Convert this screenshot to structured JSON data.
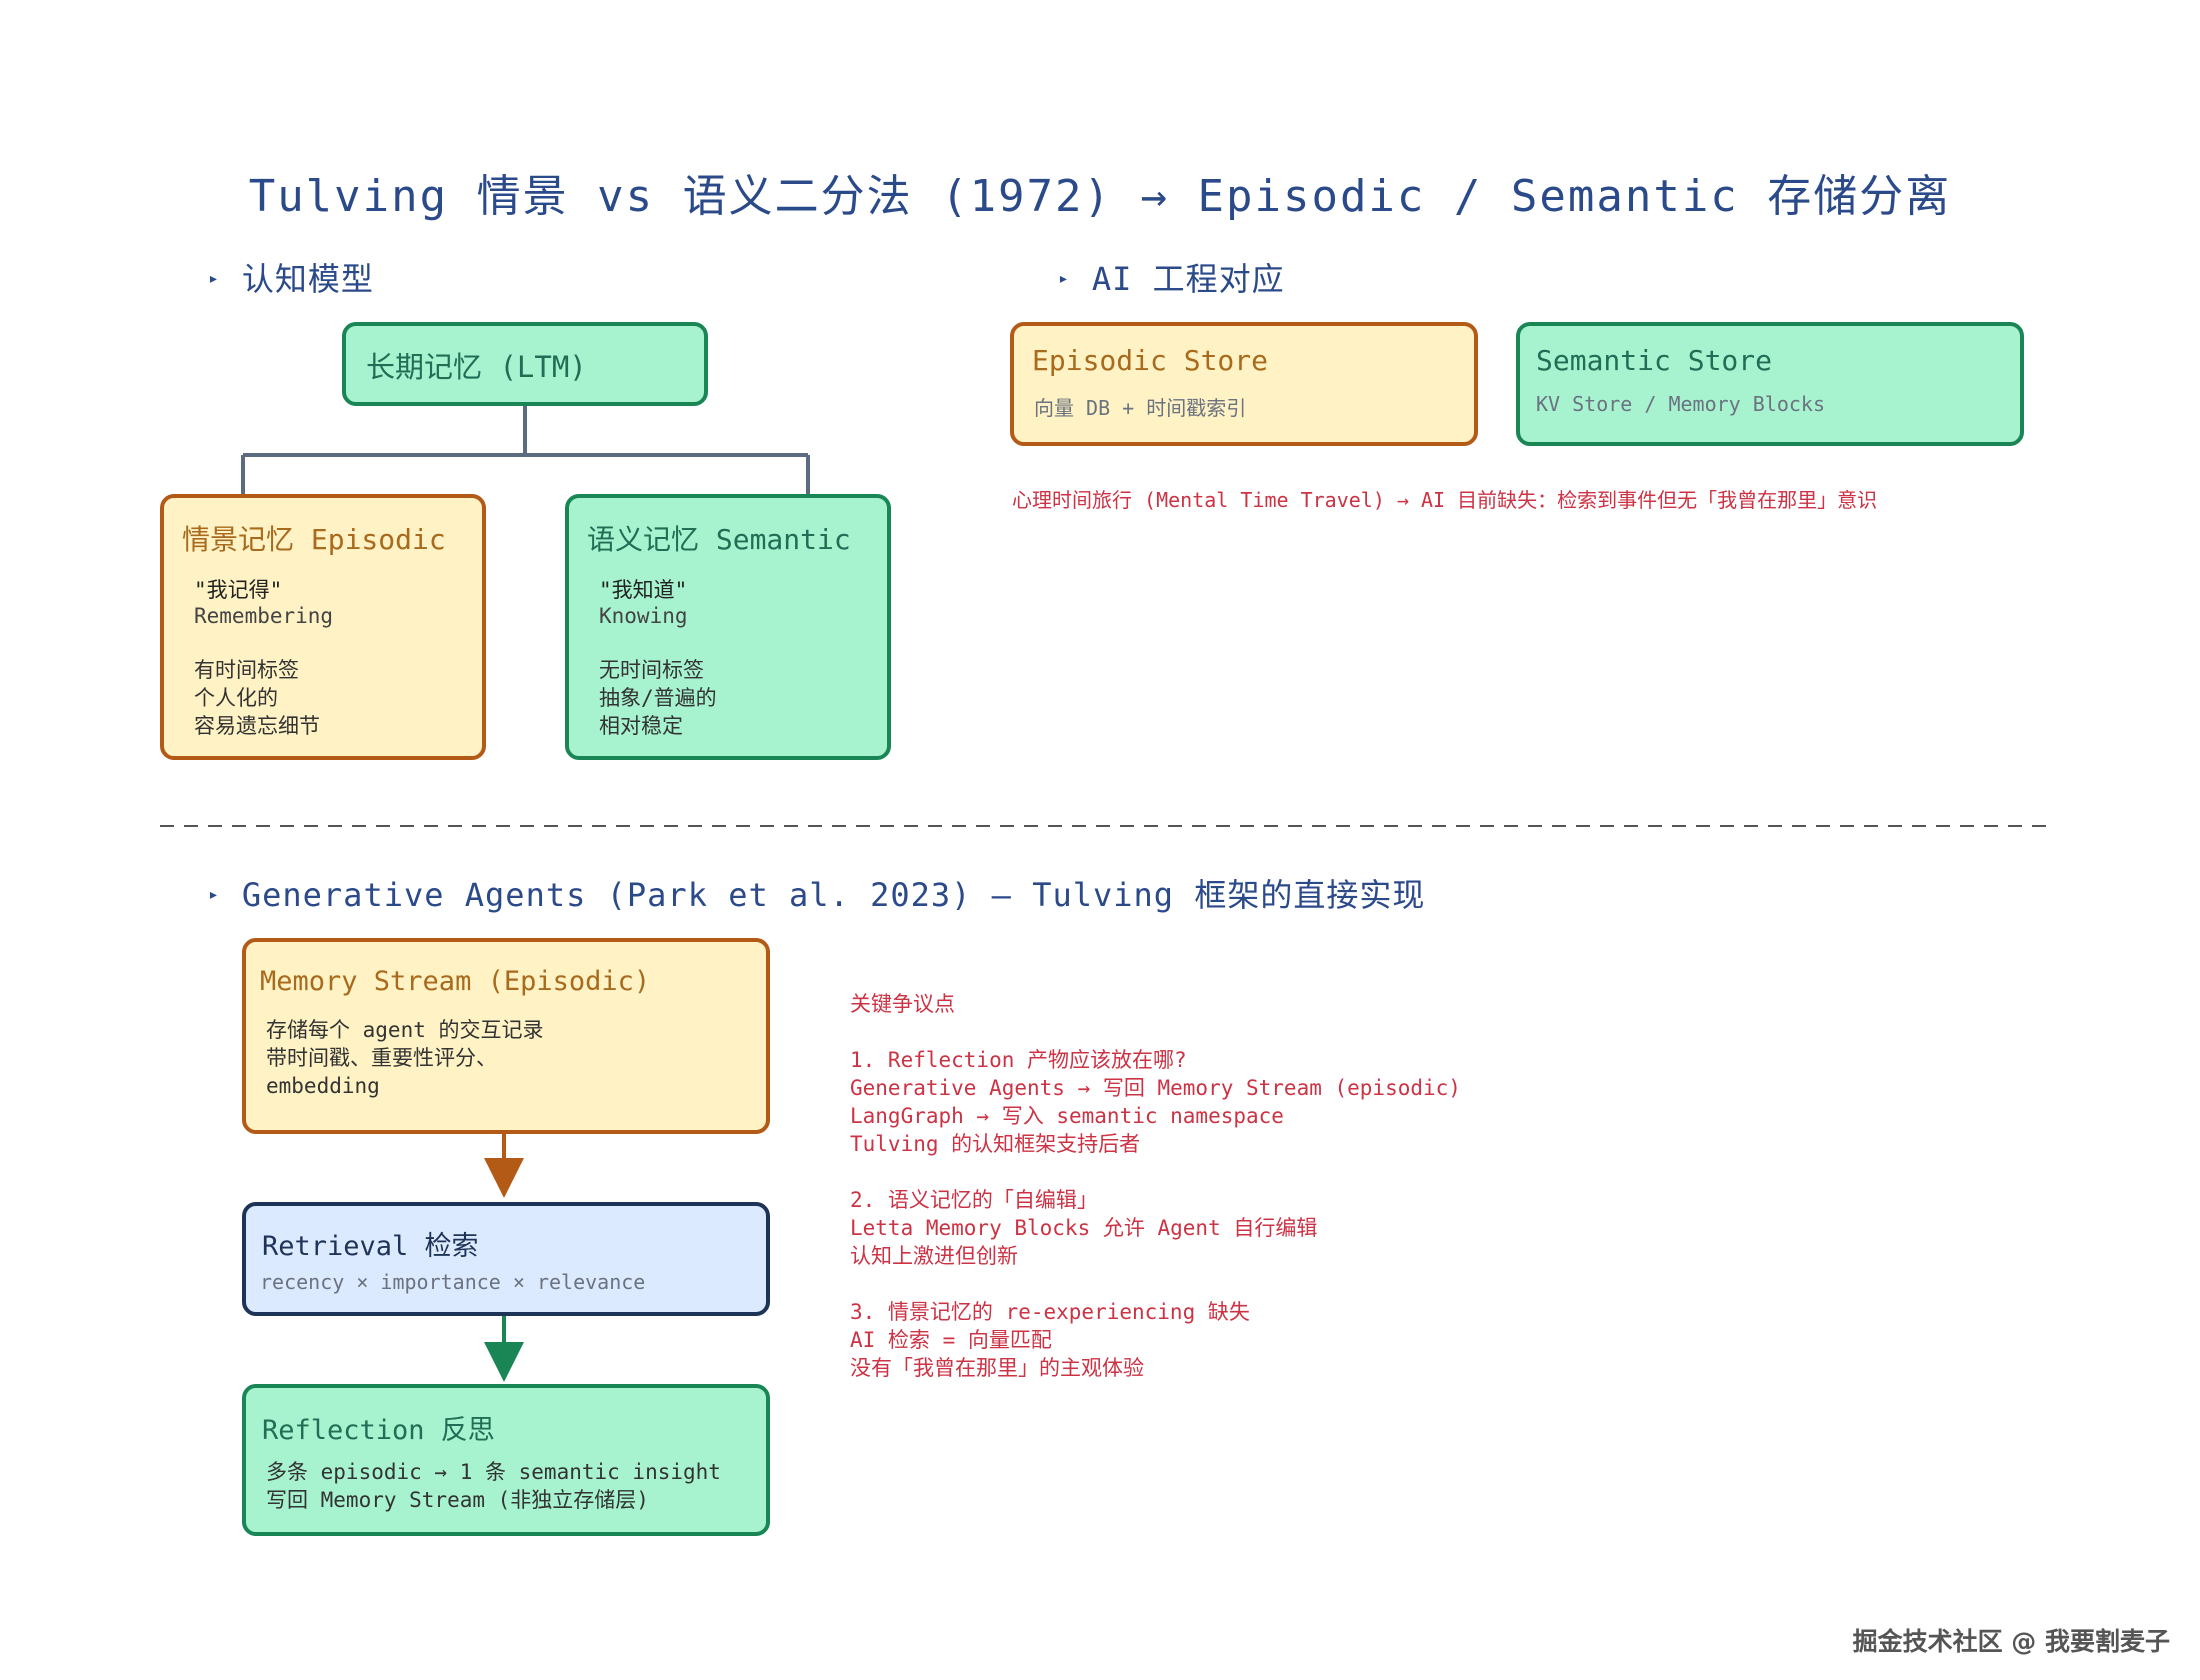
{
  "title": "Tulving 情景 vs 语义二分法 (1972) → Episodic / Semantic 存储分离",
  "sections": {
    "cognitive": "认知模型",
    "ai": "AI 工程对应",
    "agents": "Generative Agents (Park et al. 2023) — Tulving 框架的直接实现"
  },
  "ltm": {
    "label": "长期记忆 (LTM)"
  },
  "episodic": {
    "title": "情景记忆 Episodic",
    "line1": "\"我记得\"",
    "line2": "Remembering",
    "traits": "有时间标签\n个人化的\n容易遗忘细节"
  },
  "semantic": {
    "title": "语义记忆 Semantic",
    "line1": "\"我知道\"",
    "line2": "Knowing",
    "traits": "无时间标签\n抽象/普遍的\n相对稳定"
  },
  "episodic_store": {
    "title": "Episodic Store",
    "sub": "向量 DB + 时间戳索引"
  },
  "semantic_store": {
    "title": "Semantic Store",
    "sub": "KV Store / Memory Blocks"
  },
  "gap_note": "心理时间旅行 (Mental Time Travel) → AI 目前缺失：检索到事件但无「我曾在那里」意识",
  "memory_stream": {
    "title": "Memory Stream (Episodic)",
    "body": "存储每个 agent 的交互记录\n带时间戳、重要性评分、\nembedding"
  },
  "retrieval": {
    "title": "Retrieval 检索",
    "sub": "recency × importance × relevance"
  },
  "reflection": {
    "title": "Reflection 反思",
    "body": "多条 episodic → 1 条 semantic insight\n写回 Memory Stream (非独立存储层)"
  },
  "controversy": {
    "heading": "关键争议点",
    "p1": "1. Reflection 产物应该放在哪?\nGenerative Agents → 写回 Memory Stream (episodic)\nLangGraph → 写入 semantic namespace\nTulving 的认知框架支持后者",
    "p2": "2. 语义记忆的「自编辑」\nLetta Memory Blocks 允许 Agent 自行编辑\n认知上激进但创新",
    "p3": "3. 情景记忆的 re-experiencing 缺失\nAI 检索 = 向量匹配\n没有「我曾在那里」的主观体验"
  },
  "watermark": "掘金技术社区 @ 我要割麦子",
  "colors": {
    "yellow_fill": "#fff2c4",
    "yellow_border": "#b35a17",
    "green_fill": "#a7f3d0",
    "green_border": "#1a8656",
    "blue_fill": "#dbeafe",
    "blue_border": "#1e3358",
    "title": "#2b4a8a",
    "note": "#cc3344"
  }
}
